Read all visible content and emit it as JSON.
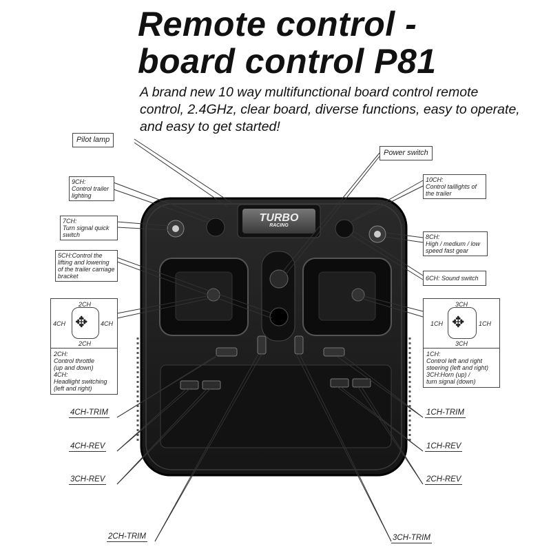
{
  "title": {
    "line1": "Remote control -",
    "line2": "board control P81"
  },
  "subtitle": "A brand new 10 way multifunctional board control remote control, 2.4GHz, clear board, diverse functions, easy to operate, and easy to get started!",
  "device": {
    "logo": "TURBO",
    "logo_sub": "RACING"
  },
  "callouts": {
    "pilot_lamp": "Pilot lamp",
    "power_switch": "Power switch",
    "ch9": {
      "title": "9CH:",
      "desc": "Control trailer lighting"
    },
    "ch10": {
      "title": "10CH:",
      "desc": "Control taillights of the trailer"
    },
    "ch7": {
      "title": "7CH:",
      "desc": "Turn signal quick switch"
    },
    "ch8": {
      "title": "8CH:",
      "desc": "High / medium / low speed fast gear"
    },
    "ch5": "5CH:Control the lifting and lowering of the trailer carriage bracket",
    "ch6": "6CH: Sound switch"
  },
  "left_stick": {
    "up": "2CH",
    "down": "2CH",
    "left": "4CH",
    "right": "4CH",
    "desc": [
      "2CH:",
      "Control throttle",
      "(up and down)",
      "4CH:",
      "Headlight switching",
      "(left and right)"
    ]
  },
  "right_stick": {
    "up": "3CH",
    "down": "3CH",
    "left": "1CH",
    "right": "1CH",
    "desc": [
      "1CH:",
      "Control left and right",
      "steering (left and right)",
      "3CH:Horn (up) /",
      "turn signal (down)"
    ]
  },
  "trims": {
    "ch4_trim": "4CH-TRIM",
    "ch4_rev": "4CH-REV",
    "ch3_rev": "3CH-REV",
    "ch2_trim": "2CH-TRIM",
    "ch1_trim": "1CH-TRIM",
    "ch1_rev": "1CH-REV",
    "ch2_rev": "2CH-REV",
    "ch3_trim": "3CH-TRIM"
  }
}
